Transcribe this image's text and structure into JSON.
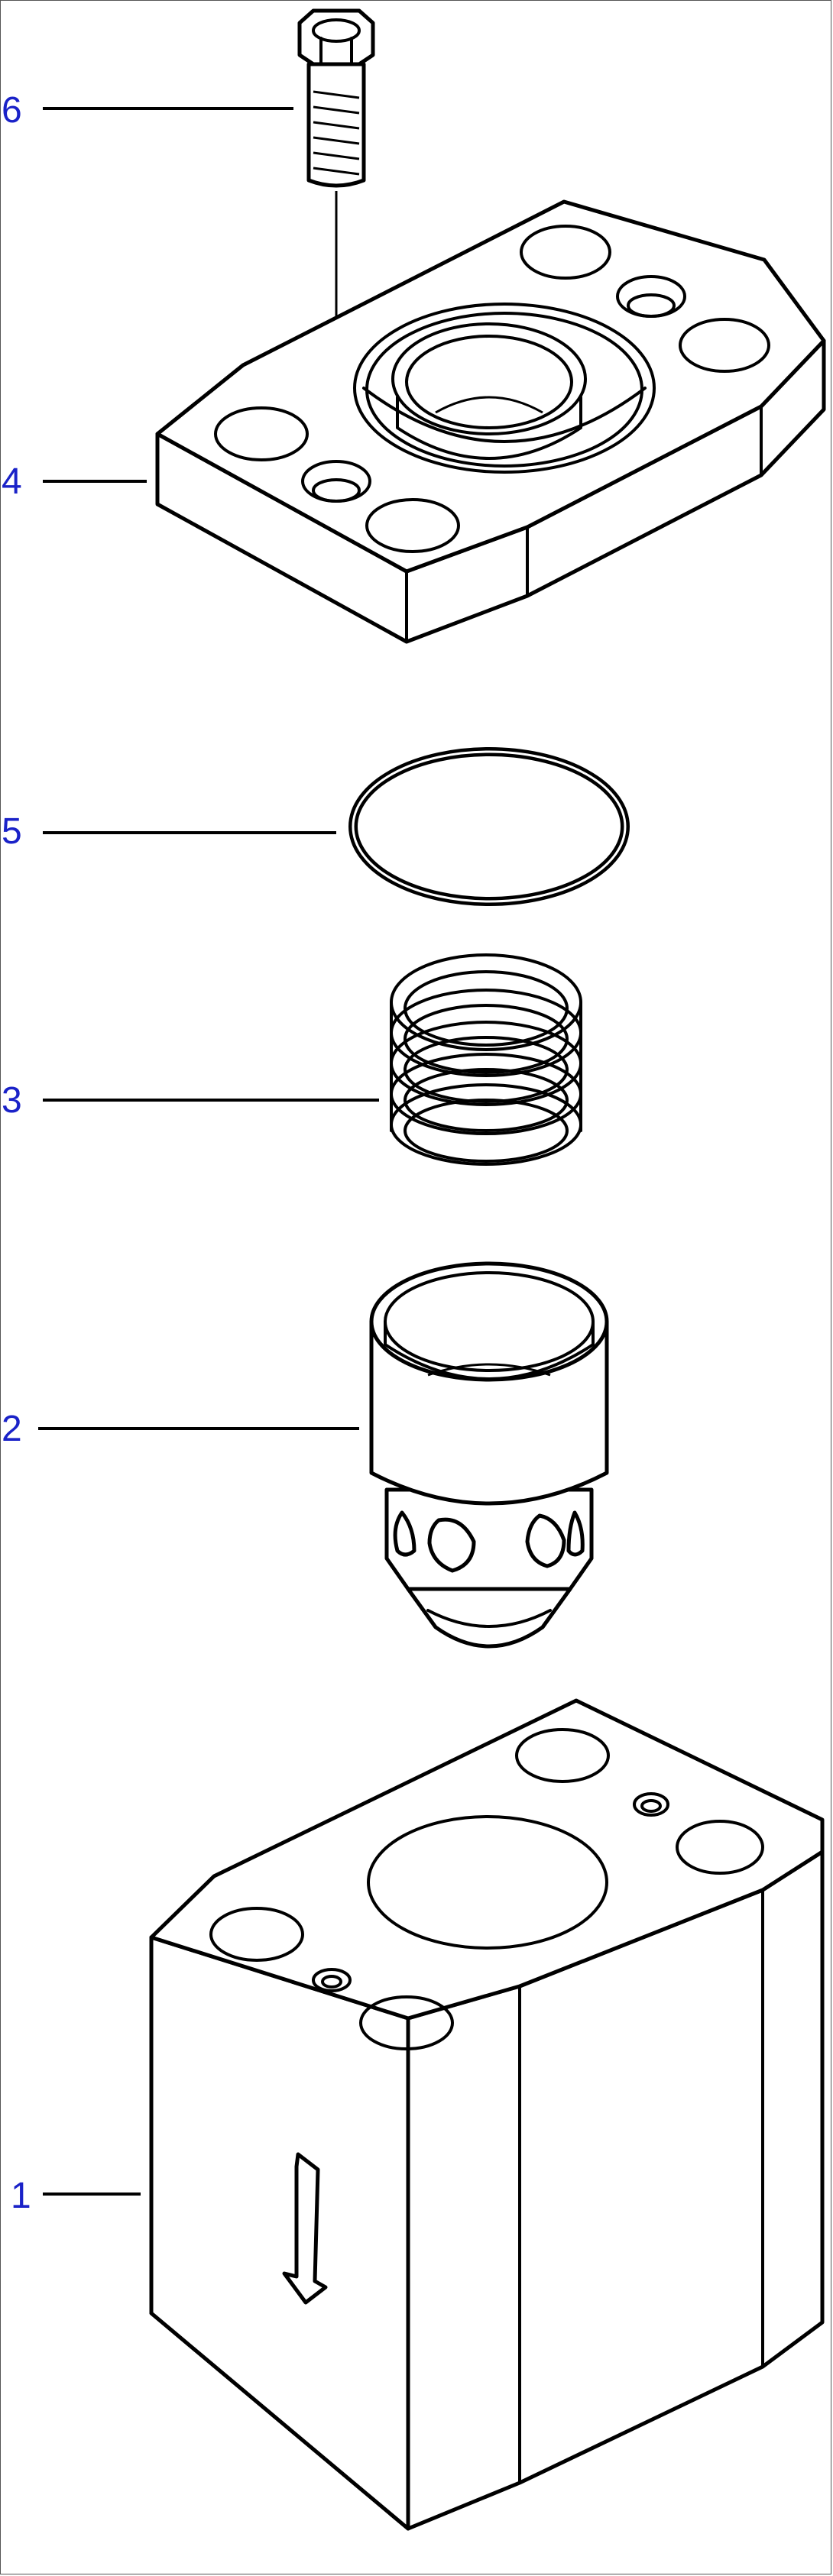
{
  "diagram": {
    "callouts": [
      {
        "id": "6",
        "label": "6"
      },
      {
        "id": "4",
        "label": "4"
      },
      {
        "id": "5",
        "label": "5"
      },
      {
        "id": "3",
        "label": "3"
      },
      {
        "id": "2",
        "label": "2"
      },
      {
        "id": "1",
        "label": "1"
      }
    ],
    "line_color": "#000000",
    "callout_color": "#1a22c8"
  }
}
